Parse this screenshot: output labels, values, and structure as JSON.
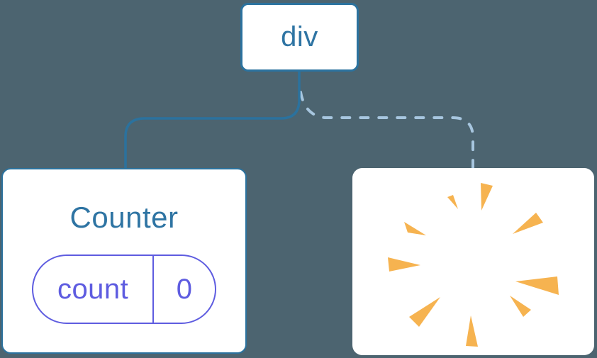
{
  "diagram": {
    "root_node": {
      "label": "div"
    },
    "counter_node": {
      "title": "Counter",
      "state_pill": {
        "name": "count",
        "value": "0"
      }
    },
    "removed_node": {
      "icon": "poof-starburst"
    }
  },
  "colors": {
    "background": "#4C6470",
    "node_fill": "#FFFFFF",
    "node_border": "#2B729E",
    "node_text": "#2E74A3",
    "connector_solid": "#2B729E",
    "connector_dashed": "#A7C6DF",
    "state_accent": "#5E5CE0",
    "poof": "#F6B350"
  }
}
